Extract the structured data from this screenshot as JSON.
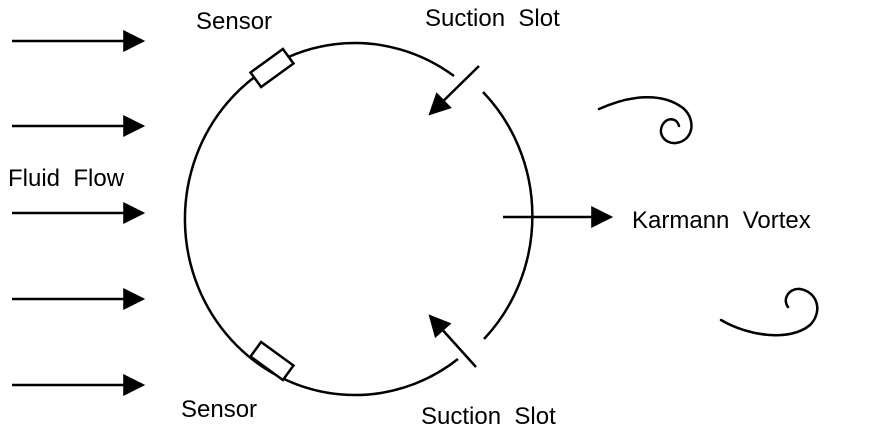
{
  "labels": {
    "sensor_top": "Sensor",
    "sensor_bottom": "Sensor",
    "suction_slot_top": "Suction  Slot",
    "suction_slot_bottom": "Suction  Slot",
    "fluid_flow": "Fluid  Flow",
    "karmann_vortex": "Karmann  Vortex"
  },
  "colors": {
    "stroke": "#000000",
    "background": "#ffffff"
  }
}
